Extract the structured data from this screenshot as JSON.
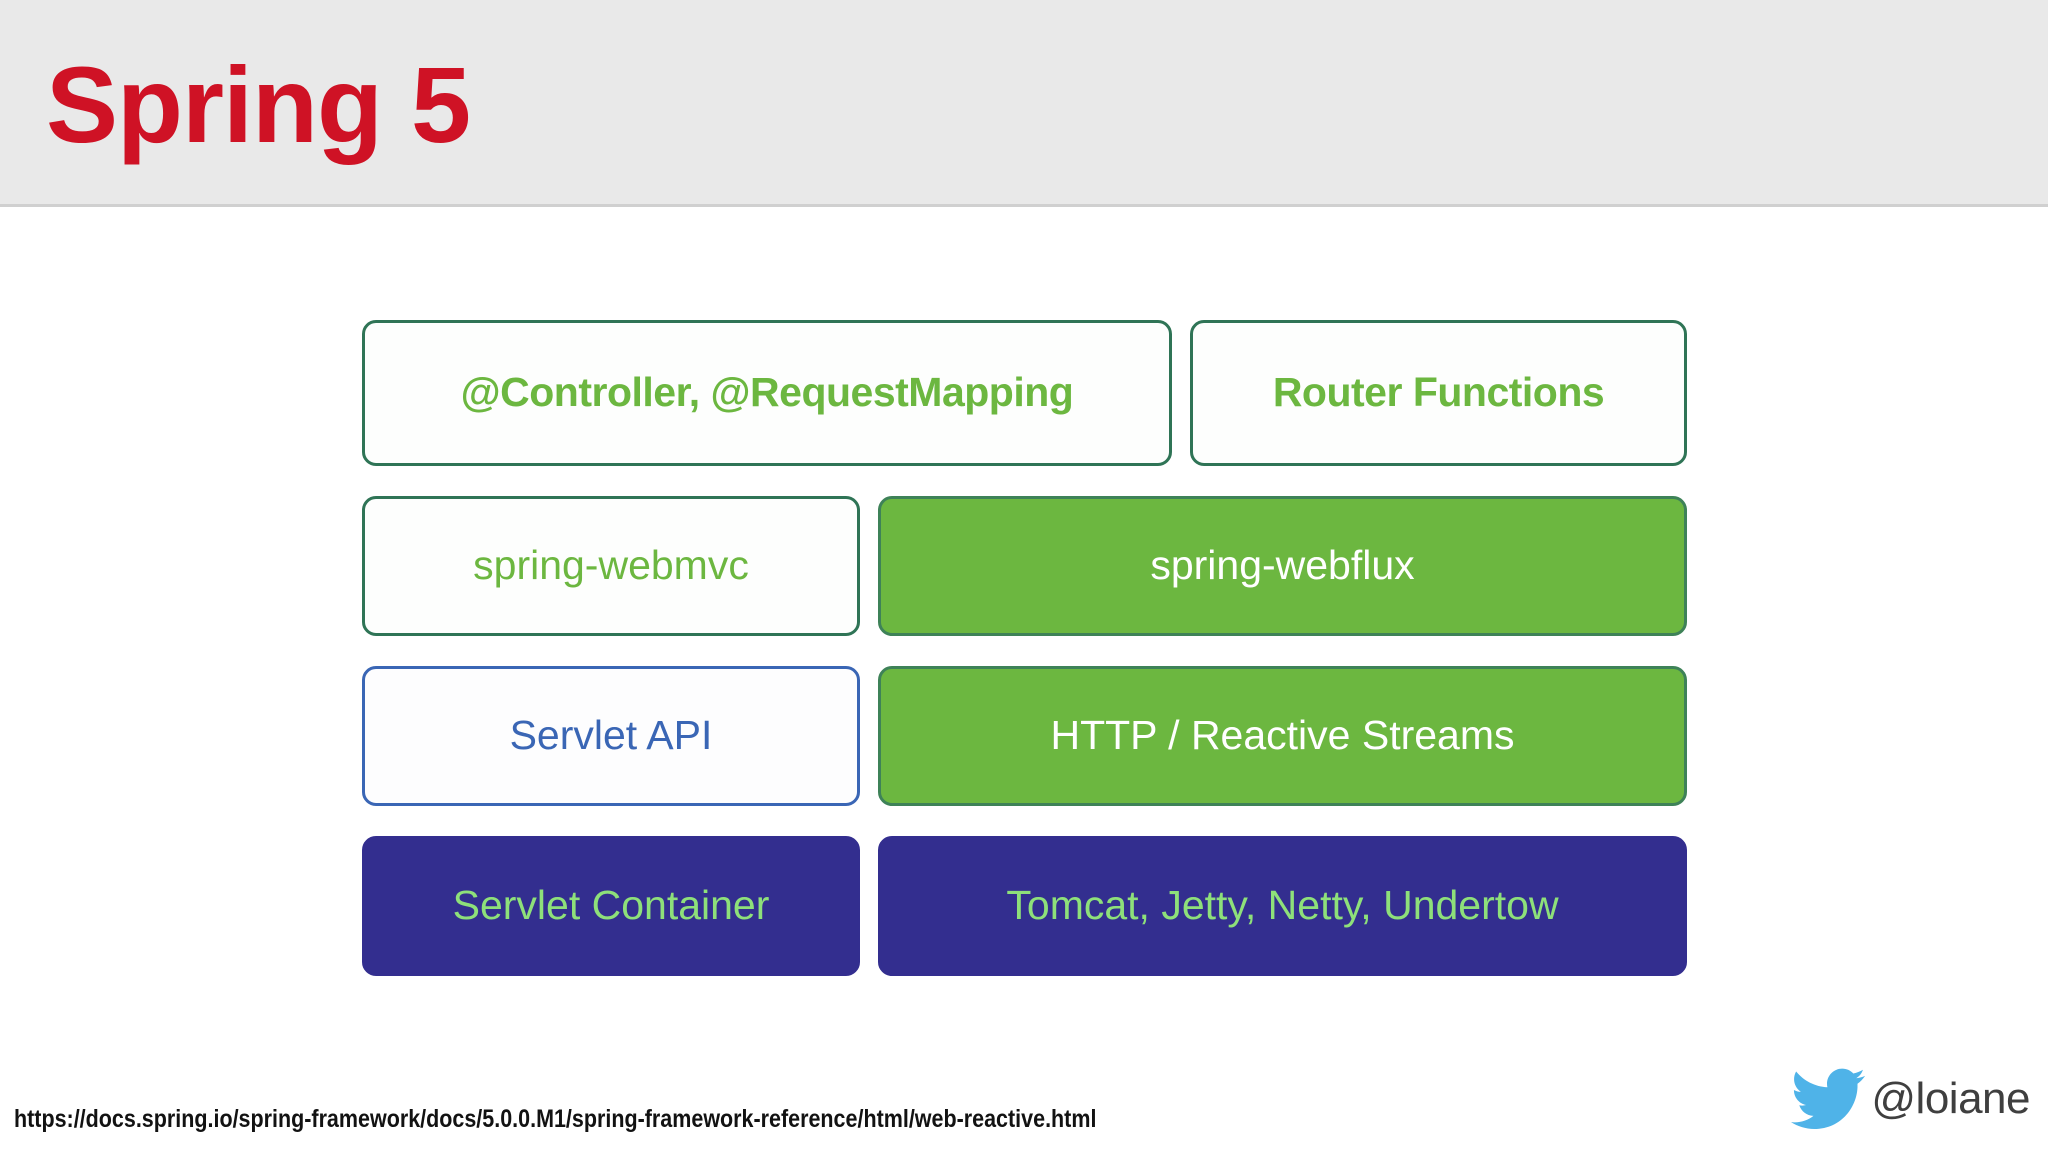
{
  "header": {
    "title": "Spring 5",
    "background_color": "#e9e9e9",
    "title_color": "#cf1225"
  },
  "diagram": {
    "colors": {
      "green_text": "#6cb740",
      "green_fill": "#6cb740",
      "teal_border": "#2f7456",
      "blue": "#3a66b5",
      "indigo_fill": "#332e8f",
      "indigo_text": "#8ee07a",
      "white": "#ffffff"
    },
    "rows": [
      {
        "name": "programming-model",
        "left": {
          "label": "@Controller, @RequestMapping",
          "style": "outline-green",
          "weight": "bold"
        },
        "right": {
          "label": "Router Functions",
          "style": "outline-green",
          "weight": "bold"
        }
      },
      {
        "name": "web-framework",
        "left": {
          "label": "spring-webmvc",
          "style": "outline-green",
          "weight": "regular"
        },
        "right": {
          "label": "spring-webflux",
          "style": "solid-green",
          "weight": "regular"
        }
      },
      {
        "name": "api-layer",
        "left": {
          "label": "Servlet API",
          "style": "outline-blue",
          "weight": "regular"
        },
        "right": {
          "label": "HTTP / Reactive Streams",
          "style": "solid-green",
          "weight": "regular"
        }
      },
      {
        "name": "runtime-layer",
        "left": {
          "label": "Servlet Container",
          "style": "solid-indigo",
          "weight": "regular"
        },
        "right": {
          "label": "Tomcat, Jetty, Netty, Undertow",
          "style": "solid-indigo",
          "weight": "regular"
        }
      }
    ]
  },
  "footer": {
    "url": "https://docs.spring.io/spring-framework/docs/5.0.0.M1/spring-framework-reference/html/web-reactive.html",
    "handle": "@loiane",
    "twitter_icon_color": "#4fb3e8"
  }
}
